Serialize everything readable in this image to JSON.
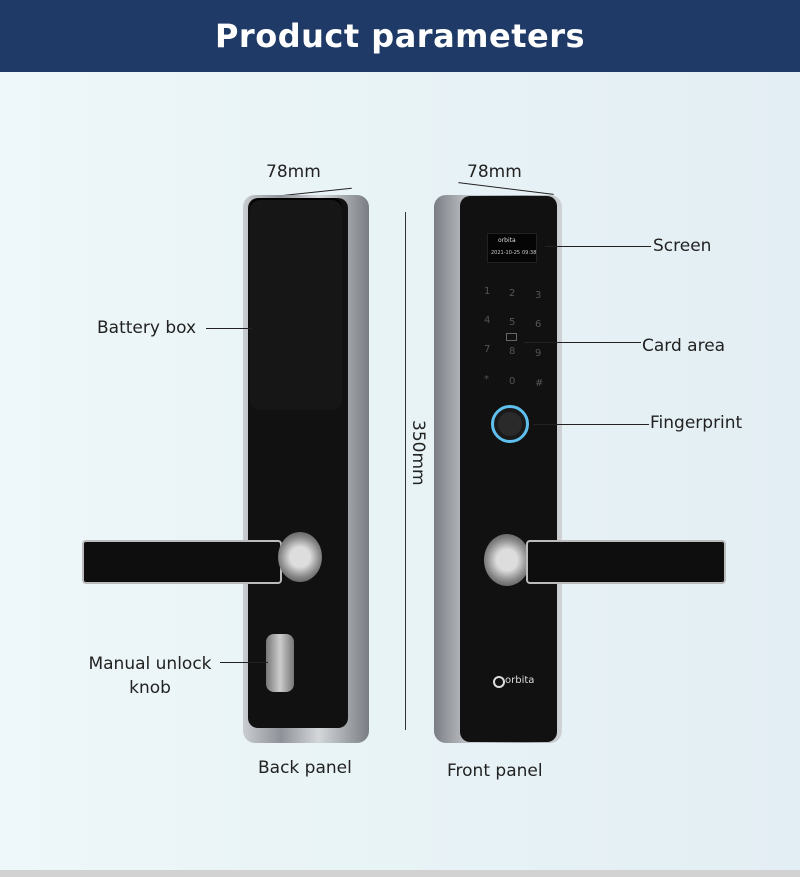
{
  "header": {
    "title": "Product parameters"
  },
  "dimensions": {
    "back_width": "78mm",
    "front_width": "78mm",
    "height": "350mm"
  },
  "back_panel": {
    "caption": "Back panel",
    "callouts": [
      {
        "label": "Battery box"
      },
      {
        "label": "Manual unlock knob"
      }
    ]
  },
  "front_panel": {
    "caption": "Front panel",
    "callouts": [
      {
        "label": "Screen"
      },
      {
        "label": "Card area"
      },
      {
        "label": "Fingerprint"
      }
    ],
    "screen_text": {
      "brand": "orbita",
      "date": "2021-10-25",
      "time": "09:38"
    },
    "keypad": [
      "1",
      "2",
      "3",
      "4",
      "5",
      "6",
      "7",
      "8",
      "9",
      "*",
      "0",
      "#"
    ],
    "logo": "orbita"
  },
  "colors": {
    "header_bg": "#1f3a66",
    "fingerprint_ring": "#5fc0ee"
  }
}
